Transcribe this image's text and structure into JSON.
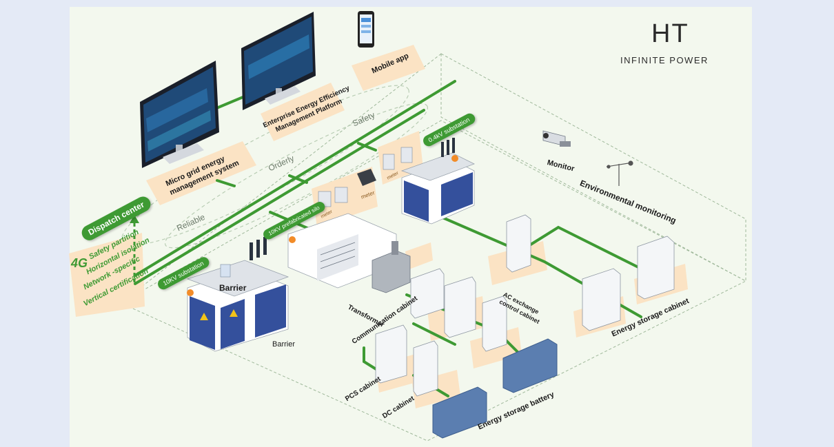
{
  "brand": {
    "logo": "HT",
    "tagline": "INFINITE POWER"
  },
  "software": {
    "mobile_app": "Mobile app",
    "micro_grid": [
      "Micro grid energy",
      "management system"
    ],
    "enterprise": [
      "Enterprise Energy Efficiency",
      "Management Platform"
    ]
  },
  "zones": {
    "safety": "Safety",
    "orderly": "Orderly",
    "reliable": "Reliable"
  },
  "dispatch": {
    "title": "Dispatch center",
    "network": "4G",
    "items": [
      "Safety partition",
      "Horizontal isolation",
      "Network -specific",
      "Vertical certification"
    ]
  },
  "substations": {
    "s04": "0.4kV substation",
    "s10": "10KV substation",
    "prefab": "10KV prefabricated silo"
  },
  "devices": {
    "meter": "meter",
    "meter_small": [
      "meter",
      "meter"
    ],
    "barrier": "Barrier",
    "barrier_bottom": "Barrier",
    "transformer": "Transformer",
    "communication": "Communication cabinet",
    "ac_exchange": [
      "AC exchange",
      "control cabinet"
    ],
    "energy_storage_cabinet": "Energy storage cabinet",
    "pcs": "PCS cabinet",
    "dc": "DC cabinet",
    "battery": "Energy storage battery",
    "monitor": "Monitor",
    "environmental": "Environmental monitoring"
  },
  "colors": {
    "accent_green": "#3e9a33",
    "tag_peach": "#fbe3c4",
    "cabinet_blue": "#34509c",
    "panel_bg": "#f3f8ee",
    "page_bg": "#e4eaf6"
  }
}
